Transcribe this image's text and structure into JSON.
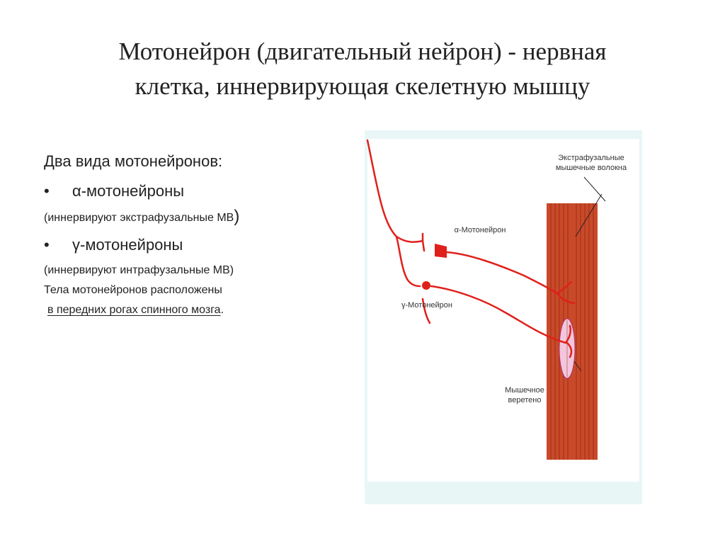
{
  "slide": {
    "title_line1": "Мотонейрон (двигательный нейрон) - нервная",
    "title_line2": "клетка, иннервирующая скелетную мышцу",
    "lead": "Два вида мотонейронов:",
    "bullet_char": "•",
    "alpha": {
      "label": "α-мотонейроны",
      "note": "(иннервируют экстрафузальные МВ",
      "note_close": ")"
    },
    "gamma": {
      "label": "γ-мотонейроны",
      "note": "(иннервируют интрафузальные МВ)"
    },
    "location_line1": "Тела мотонейронов расположены",
    "location_line2": "в передних рогах спинного мозга",
    "location_period": "."
  },
  "figure": {
    "label_extrafusal_1": "Экстрафузальные",
    "label_extrafusal_2": "мышечные волокна",
    "label_alpha": "α-Мотонейрон",
    "label_gamma": "γ-Мотонейрон",
    "label_spindle_1": "Мышечное",
    "label_spindle_2": "веретено",
    "colors": {
      "nerve": "#e0201a",
      "muscle": "#c94a2a",
      "spindle": "#f2c6dc",
      "frame": "#e8f6f6"
    }
  }
}
